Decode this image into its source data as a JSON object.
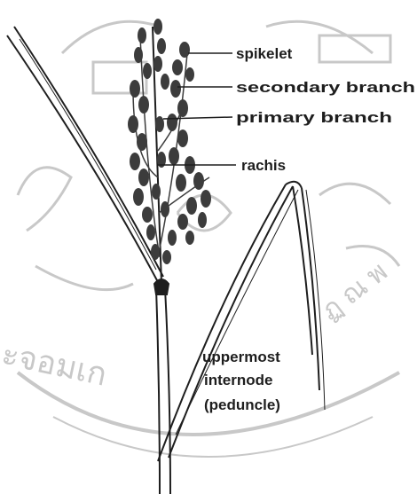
{
  "labels": {
    "spikelet": "spikelet",
    "secondary_branch": "secondary branch",
    "primary_branch": "primary branch",
    "rachis": "rachis",
    "internode_line1": "uppermost",
    "internode_line2": "internode",
    "internode_line3": "(peduncle)"
  },
  "watermark": {
    "text": "ะจอมเก",
    "text_right": "ฏ ณ พ"
  },
  "colors": {
    "ink": "#1e1e1e",
    "panicle": "#3c3c3c",
    "watermark": "#c8c8c8"
  }
}
